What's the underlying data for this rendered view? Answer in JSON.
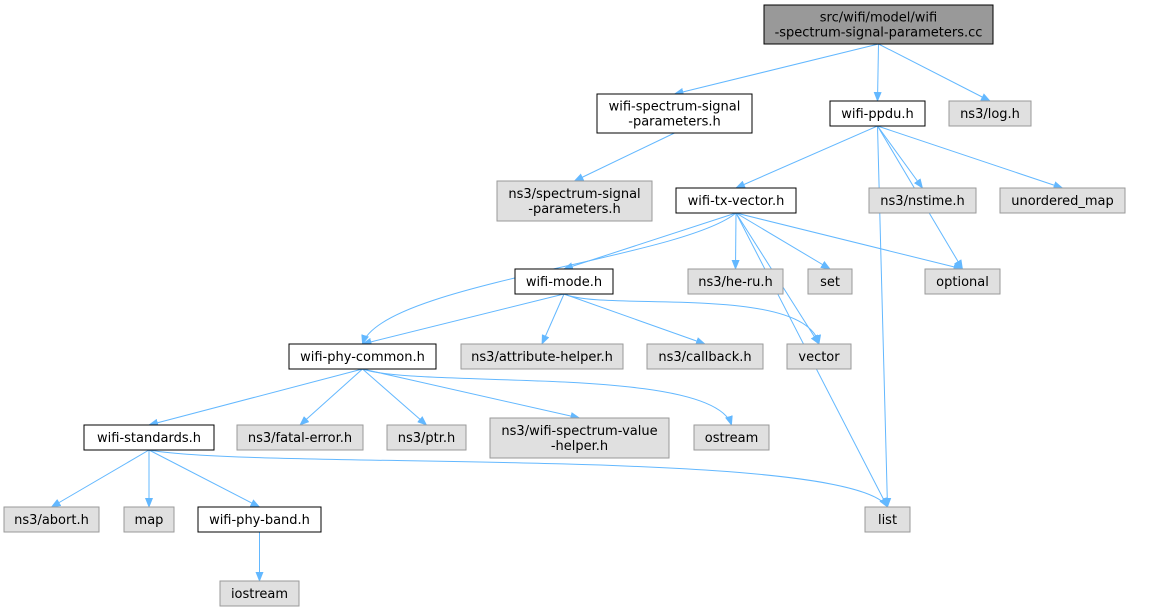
{
  "colors": {
    "root_fill": "#999999",
    "local_fill": "#ffffff",
    "external_fill": "#e0e0e0",
    "local_border": "#000000",
    "external_border": "#999999",
    "edge": "#63b8ff"
  },
  "nodes": [
    {
      "id": "root",
      "kind": "root",
      "lines": [
        "src/wifi/model/wifi",
        "-spectrum-signal-parameters.cc"
      ]
    },
    {
      "id": "wssp",
      "kind": "local",
      "lines": [
        "wifi-spectrum-signal",
        "-parameters.h"
      ]
    },
    {
      "id": "ppdu",
      "kind": "local",
      "lines": [
        "wifi-ppdu.h"
      ]
    },
    {
      "id": "log",
      "kind": "external",
      "lines": [
        "ns3/log.h"
      ]
    },
    {
      "id": "nssp",
      "kind": "external",
      "lines": [
        "ns3/spectrum-signal",
        "-parameters.h"
      ]
    },
    {
      "id": "txv",
      "kind": "local",
      "lines": [
        "wifi-tx-vector.h"
      ]
    },
    {
      "id": "nstime",
      "kind": "external",
      "lines": [
        "ns3/nstime.h"
      ]
    },
    {
      "id": "umap",
      "kind": "external",
      "lines": [
        "unordered_map"
      ]
    },
    {
      "id": "mode",
      "kind": "local",
      "lines": [
        "wifi-mode.h"
      ]
    },
    {
      "id": "heru",
      "kind": "external",
      "lines": [
        "ns3/he-ru.h"
      ]
    },
    {
      "id": "set",
      "kind": "external",
      "lines": [
        "set"
      ]
    },
    {
      "id": "optional",
      "kind": "external",
      "lines": [
        "optional"
      ]
    },
    {
      "id": "phycommon",
      "kind": "local",
      "lines": [
        "wifi-phy-common.h"
      ]
    },
    {
      "id": "attr",
      "kind": "external",
      "lines": [
        "ns3/attribute-helper.h"
      ]
    },
    {
      "id": "callback",
      "kind": "external",
      "lines": [
        "ns3/callback.h"
      ]
    },
    {
      "id": "vector",
      "kind": "external",
      "lines": [
        "vector"
      ]
    },
    {
      "id": "standards",
      "kind": "local",
      "lines": [
        "wifi-standards.h"
      ]
    },
    {
      "id": "fatal",
      "kind": "external",
      "lines": [
        "ns3/fatal-error.h"
      ]
    },
    {
      "id": "ptr",
      "kind": "external",
      "lines": [
        "ns3/ptr.h"
      ]
    },
    {
      "id": "svh",
      "kind": "external",
      "lines": [
        "ns3/wifi-spectrum-value",
        "-helper.h"
      ]
    },
    {
      "id": "ostream",
      "kind": "external",
      "lines": [
        "ostream"
      ]
    },
    {
      "id": "abort",
      "kind": "external",
      "lines": [
        "ns3/abort.h"
      ]
    },
    {
      "id": "map",
      "kind": "external",
      "lines": [
        "map"
      ]
    },
    {
      "id": "band",
      "kind": "local",
      "lines": [
        "wifi-phy-band.h"
      ]
    },
    {
      "id": "list",
      "kind": "external",
      "lines": [
        "list"
      ]
    },
    {
      "id": "iostream",
      "kind": "external",
      "lines": [
        "iostream"
      ]
    }
  ],
  "edges": [
    [
      "root",
      "wssp"
    ],
    [
      "root",
      "ppdu"
    ],
    [
      "root",
      "log"
    ],
    [
      "wssp",
      "nssp"
    ],
    [
      "ppdu",
      "txv"
    ],
    [
      "ppdu",
      "nstime"
    ],
    [
      "ppdu",
      "umap"
    ],
    [
      "ppdu",
      "optional"
    ],
    [
      "ppdu",
      "list"
    ],
    [
      "txv",
      "mode"
    ],
    [
      "txv",
      "phycommon"
    ],
    [
      "txv",
      "heru"
    ],
    [
      "txv",
      "set"
    ],
    [
      "txv",
      "optional"
    ],
    [
      "txv",
      "vector"
    ],
    [
      "txv",
      "list"
    ],
    [
      "mode",
      "phycommon"
    ],
    [
      "mode",
      "attr"
    ],
    [
      "mode",
      "callback"
    ],
    [
      "mode",
      "vector"
    ],
    [
      "phycommon",
      "standards"
    ],
    [
      "phycommon",
      "fatal"
    ],
    [
      "phycommon",
      "ptr"
    ],
    [
      "phycommon",
      "svh"
    ],
    [
      "phycommon",
      "ostream"
    ],
    [
      "standards",
      "abort"
    ],
    [
      "standards",
      "map"
    ],
    [
      "standards",
      "band"
    ],
    [
      "standards",
      "list"
    ],
    [
      "band",
      "iostream"
    ]
  ]
}
